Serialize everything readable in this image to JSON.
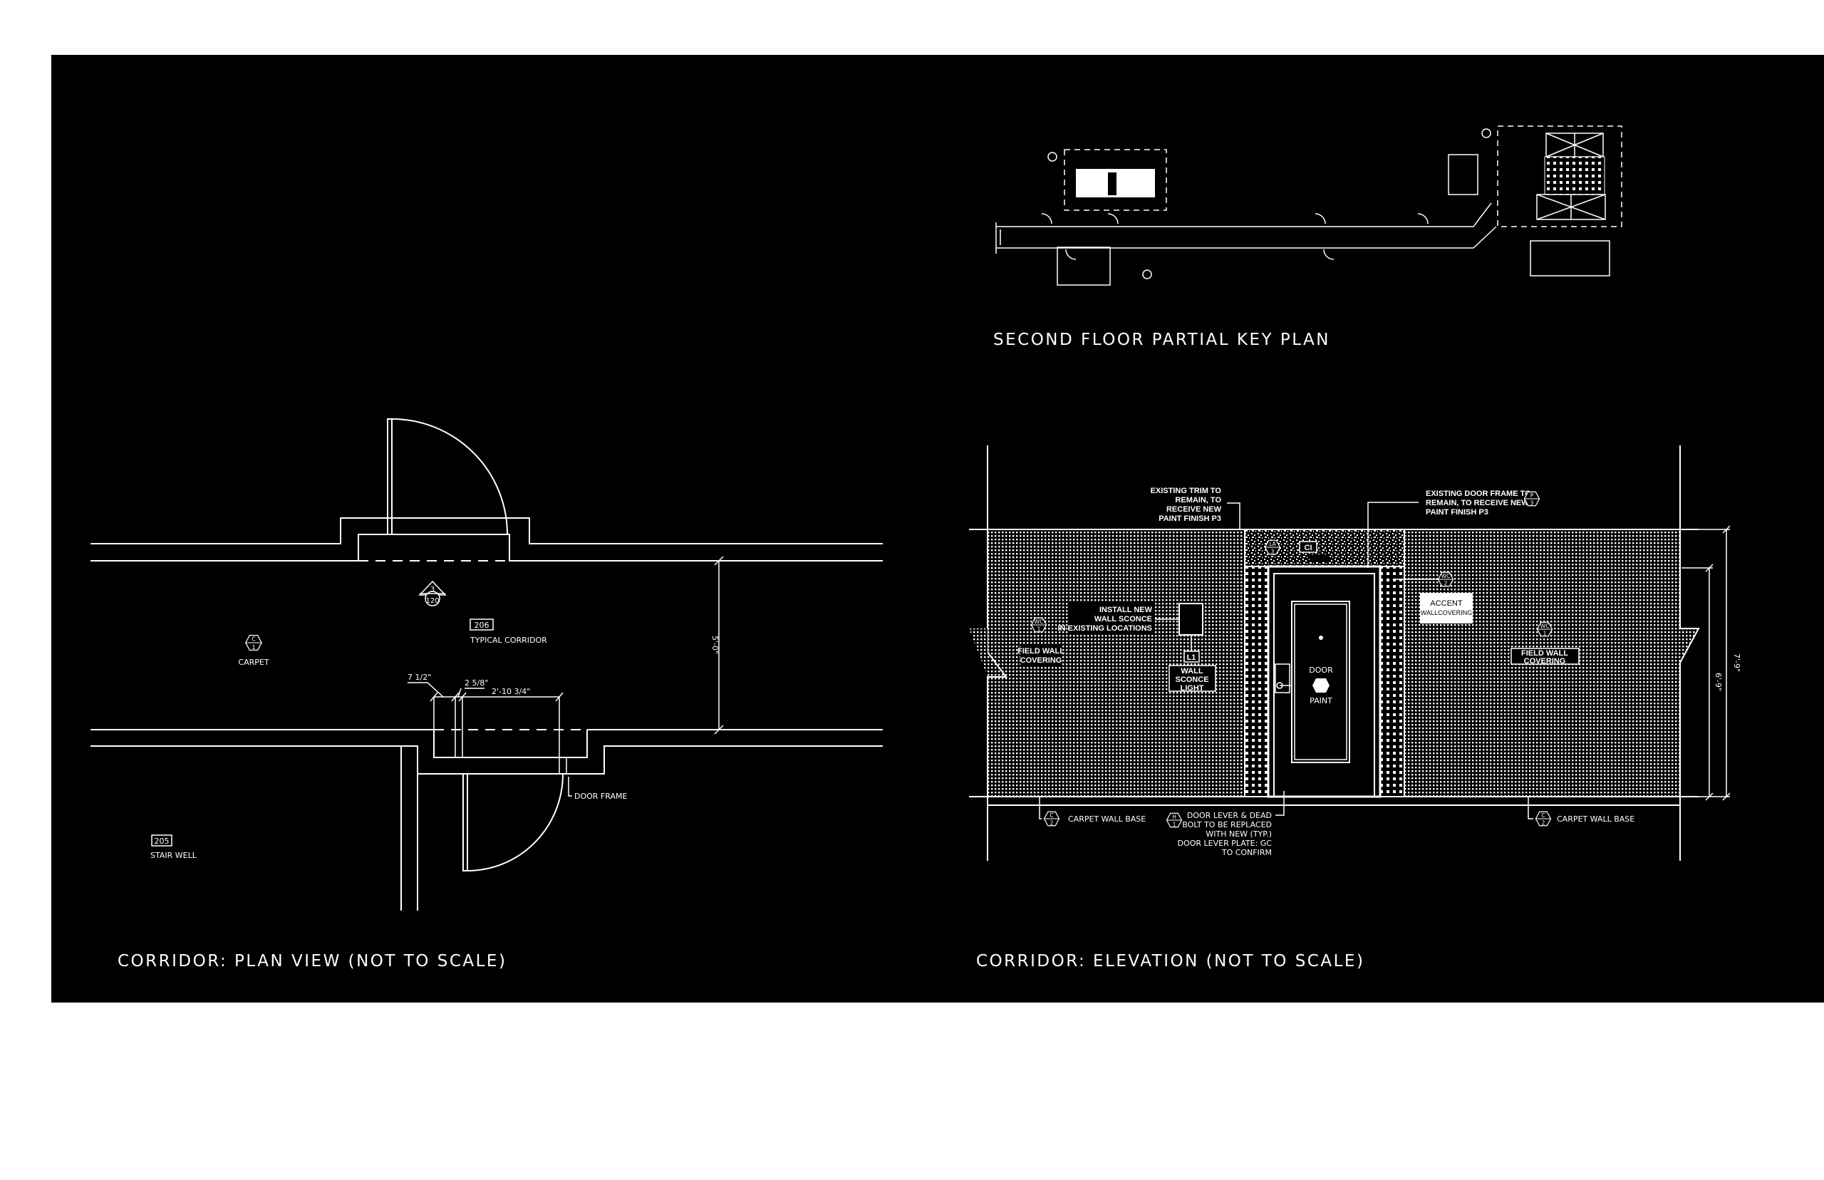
{
  "colors": {
    "page_background": "#ffffff",
    "sheet_background": "#000000",
    "linework": "#ffffff"
  },
  "key_plan": {
    "title": "SECOND FLOOR PARTIAL KEY PLAN"
  },
  "plan_view": {
    "title": "CORRIDOR: PLAN VIEW (NOT TO SCALE)",
    "section_tag": {
      "top": "3",
      "bottom": "120"
    },
    "carpet_tag": {
      "top": "C",
      "bottom": "1"
    },
    "carpet_label": "CARPET",
    "room_206": {
      "number": "206",
      "name": "TYPICAL CORRIDOR"
    },
    "room_205": {
      "number": "205",
      "name": "STAIR WELL"
    },
    "dimensions": {
      "trim": "7 1/2\"",
      "frame": "2 5/8\"",
      "opening": "2'-10 3/4\"",
      "corridor_width": "5'-0\""
    },
    "door_frame_label": "DOOR FRAME"
  },
  "elevation": {
    "title": "CORRIDOR: ELEVATION (NOT TO SCALE)",
    "trim_note": [
      "EXISTING TRIM TO",
      "REMAIN, TO",
      "RECEIVE NEW",
      "PAINT FINISH P3"
    ],
    "frame_note": [
      "EXISTING DOOR FRAME TO",
      "REMAIN, TO RECEIVE NEW",
      "PAINT FINISH P3"
    ],
    "paint_tag": {
      "top": "P",
      "bottom": "3"
    },
    "header_tag": {
      "top": "LA",
      "bottom": "3"
    },
    "ci_tag": "CI",
    "accent_tag": {
      "top": "WC",
      "bottom": "2"
    },
    "accent_label": [
      "ACCENT",
      "WALLCOVERING"
    ],
    "sconce_note": [
      "INSTALL NEW",
      "WALL SCONCE",
      "IN EXISTING LOCATIONS"
    ],
    "light_tag": "L1",
    "sconce_label": [
      "WALL",
      "SCONCE",
      "LIGHT"
    ],
    "door_label": "DOOR",
    "door_paint": "PAINT",
    "field_tag": {
      "top": "WC",
      "bottom": "1"
    },
    "field_label": [
      "FIELD WALL",
      "COVERING"
    ],
    "base_tag": {
      "top": "C",
      "bottom": "2"
    },
    "base_label": "CARPET WALL BASE",
    "hardware_tag": {
      "top": "H",
      "bottom": "1"
    },
    "hardware_note": [
      "DOOR LEVER & DEAD",
      "BOLT TO BE REPLACED",
      "WITH NEW (TYP.)",
      "DOOR LEVER PLATE: GC",
      "TO CONFIRM"
    ],
    "dimensions": {
      "overall_height": "7'-9\"",
      "door_height": "6'-9\""
    }
  }
}
